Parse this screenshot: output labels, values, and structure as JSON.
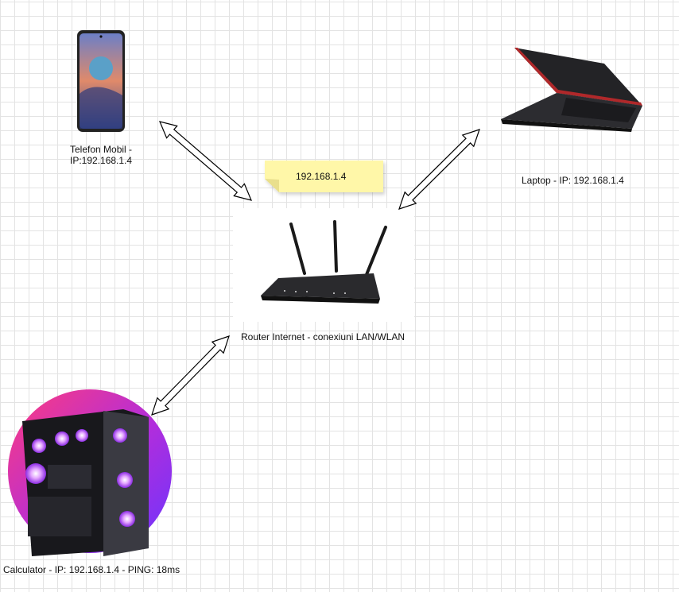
{
  "nodes": {
    "phone": {
      "label_line1": "Telefon Mobil -",
      "label_line2": "IP:192.168.1.4"
    },
    "laptop": {
      "label": "Laptop - IP: 192.168.1.4"
    },
    "router": {
      "label": "Router Internet - conexiuni LAN/WLAN"
    },
    "computer": {
      "label": "Calculator - IP: 192.168.1.4 - PING: 18ms"
    }
  },
  "note": {
    "text": "192.168.1.4",
    "color": "#fff7a8"
  },
  "connections": [
    {
      "from": "phone",
      "to": "router",
      "style": "double-arrow"
    },
    {
      "from": "laptop",
      "to": "router",
      "style": "double-arrow"
    },
    {
      "from": "computer",
      "to": "router",
      "style": "double-arrow"
    }
  ]
}
